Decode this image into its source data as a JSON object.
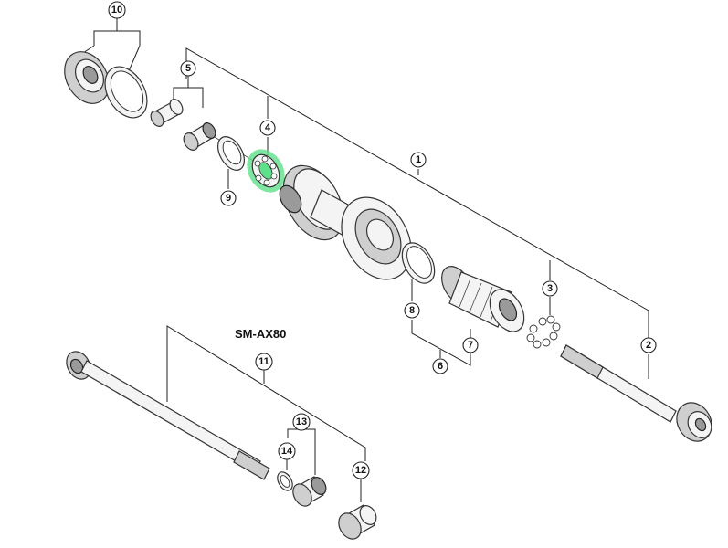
{
  "model_label": "SM-AX80",
  "highlight_color": "#5fe08a",
  "callouts": {
    "c1": "1",
    "c2": "2",
    "c3": "3",
    "c4": "4",
    "c5": "5",
    "c6": "6",
    "c7": "7",
    "c8": "8",
    "c9": "9",
    "c10": "10",
    "c11": "11",
    "c12": "12",
    "c13": "13",
    "c14": "14"
  },
  "highlighted_part": "4"
}
